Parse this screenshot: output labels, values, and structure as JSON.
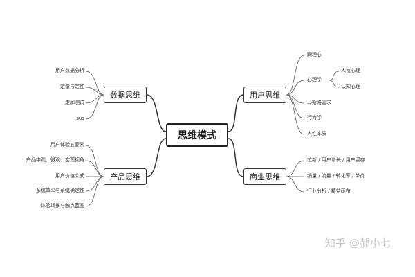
{
  "center": {
    "label": "思维模式"
  },
  "branches": {
    "data": {
      "label": "数据思维",
      "items": [
        "用户数据分析",
        "定量与定性",
        "走廊测试",
        "sus"
      ]
    },
    "product": {
      "label": "产品思维",
      "items": [
        "用户体验五要素",
        "产品中观、微观、宏观视角",
        "用户价值公式",
        "系统效率与系统确定性",
        "体验场景与触点蓝图"
      ]
    },
    "user": {
      "label": "用户思维",
      "items": [
        "同理心",
        "心理学",
        "马斯洛需求",
        "行为学",
        "人性本质"
      ],
      "sub_items": [
        "人格心理",
        "认知心理"
      ]
    },
    "business": {
      "label": "商业思维",
      "items": [
        "拉新 / 用户增长 / 用户留存",
        "销量 / 流量 / 转化率 / 单价",
        "行业分析 / 精益画布"
      ]
    }
  },
  "watermark": "知乎 @郝小七",
  "colors": {
    "line": "#333333",
    "sub_line": "#555555",
    "watermark": "#c7c7c7"
  }
}
